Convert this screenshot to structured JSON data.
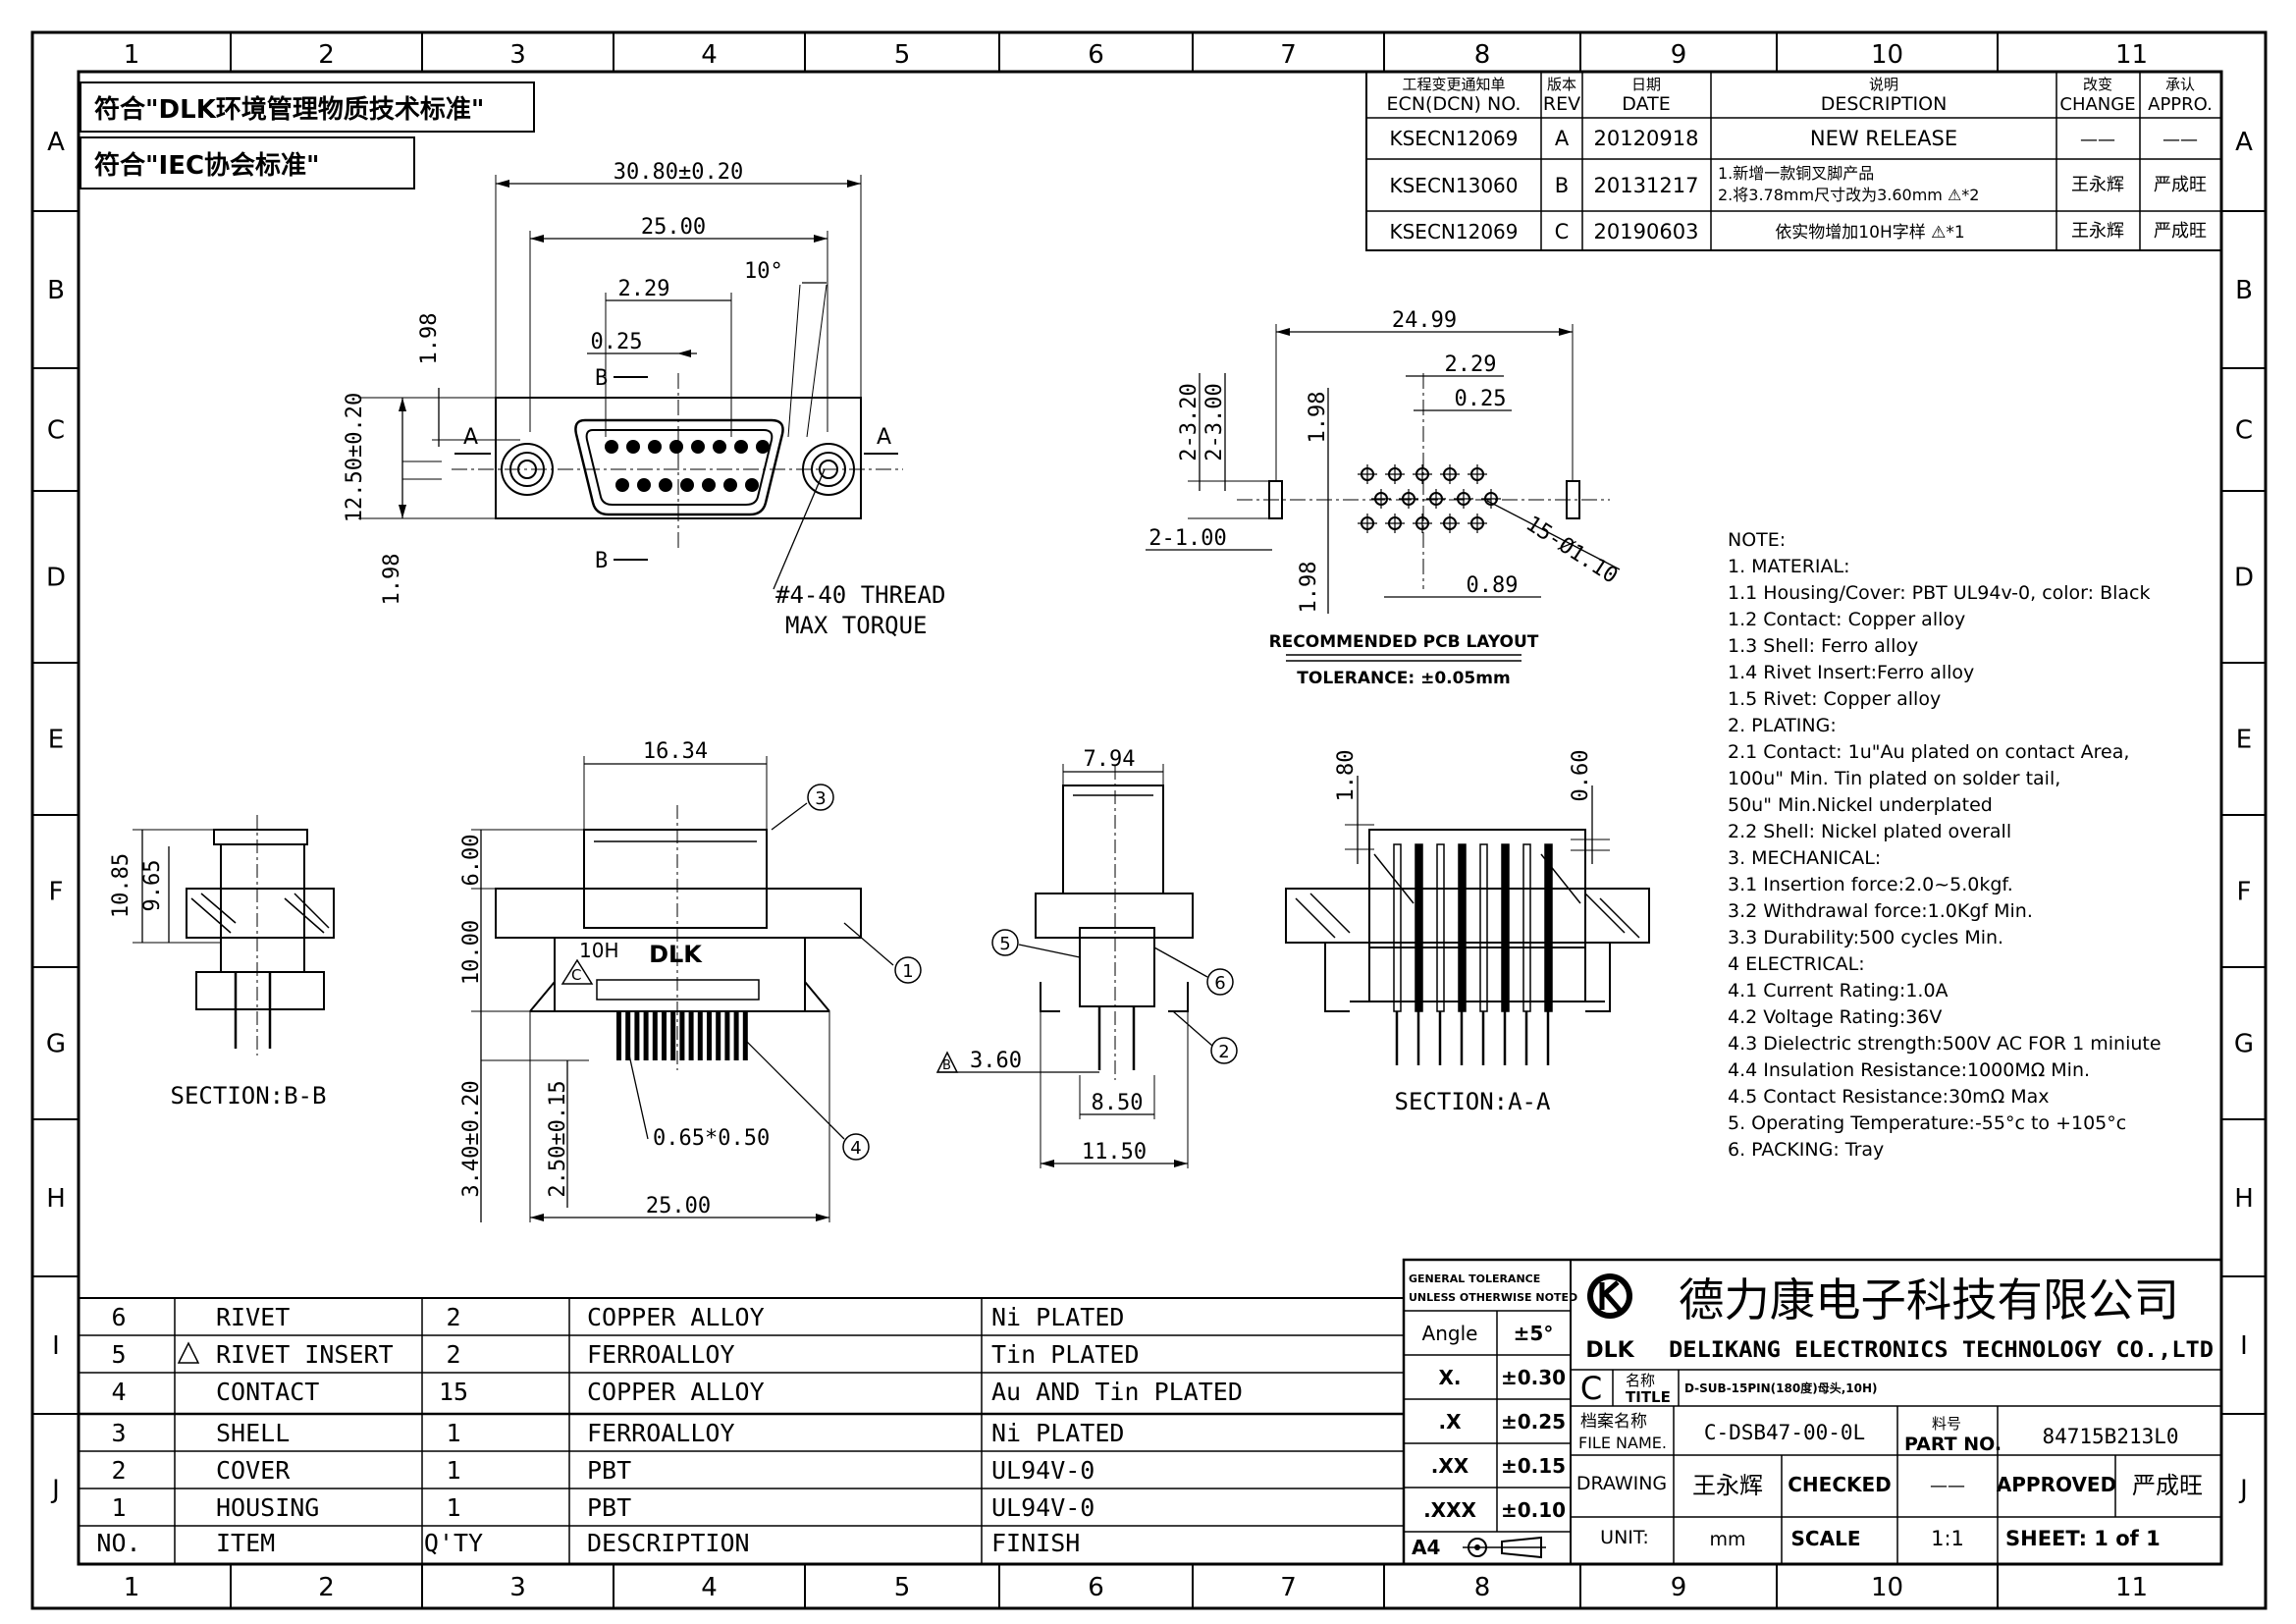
{
  "grid": {
    "columns": [
      "1",
      "2",
      "3",
      "4",
      "5",
      "6",
      "7",
      "8",
      "9",
      "10",
      "11"
    ],
    "rows": [
      "A",
      "B",
      "C",
      "D",
      "E",
      "F",
      "G",
      "H",
      "I",
      "J"
    ]
  },
  "standards": {
    "dlk": "符合\"DLK环境管理物质技术标准\"",
    "iec": "符合\"IEC协会标准\""
  },
  "revision_table": {
    "headers": {
      "ecn_cn": "工程变更通知单",
      "ecn": "ECN(DCN) NO.",
      "rev_cn": "版本",
      "rev": "REV",
      "date_cn": "日期",
      "date": "DATE",
      "desc_cn": "说明",
      "desc": "DESCRIPTION",
      "change_cn": "改变",
      "change": "CHANGE",
      "appro_cn": "承认",
      "appro": "APPRO."
    },
    "rows": [
      {
        "ecn": "KSECN12069",
        "rev": "A",
        "date": "20120918",
        "desc": "NEW RELEASE",
        "desc2": "",
        "change": "——",
        "appro": "——"
      },
      {
        "ecn": "KSECN13060",
        "rev": "B",
        "date": "20131217",
        "desc": "1.新增一款铜叉脚产品",
        "desc2": "2.将3.78mm尺寸改为3.60mm ⚠*2",
        "change": "王永辉",
        "appro": "严成旺"
      },
      {
        "ecn": "KSECN12069",
        "rev": "C",
        "date": "20190603",
        "desc": "依实物增加10H字样 ⚠*1",
        "desc2": "",
        "change": "王永辉",
        "appro": "严成旺"
      }
    ]
  },
  "front_view": {
    "dims": {
      "overall_width": "30.80±0.20",
      "shell_width": "25.00",
      "pitch": "2.29",
      "offset": "0.25",
      "angle": "10°",
      "height": "12.50±0.20",
      "top_offset": "1.98",
      "bottom_offset": "1.98"
    },
    "section_a": "A",
    "section_b": "B",
    "thread_note_1": "#4-40 THREAD",
    "thread_note_2": "MAX TORQUE"
  },
  "pcb_layout": {
    "dims": {
      "width": "24.99",
      "pitch": "2.29",
      "offset": "0.25",
      "d1": "2-3.20",
      "d2": "2-3.00",
      "slot": "2-1.00",
      "row_offset": "1.98",
      "row_gap": "0.89",
      "holes": "15-Ø1.10"
    },
    "title": "RECOMMENDED PCB LAYOUT",
    "tolerance": "TOLERANCE: ±0.05mm"
  },
  "notes": [
    "NOTE:",
    "1.  MATERIAL:",
    "1.1  Housing/Cover:  PBT  UL94v-0,  color:  Black",
    "1.2  Contact:  Copper  alloy",
    "1.3  Shell:  Ferro  alloy",
    "1.4  Rivet  Insert:Ferro  alloy",
    "1.5  Rivet:  Copper  alloy",
    "2.  PLATING:",
    "2.1  Contact:  1u\"Au  plated  on  contact  Area,",
    "       100u\"  Min.  Tin  plated  on  solder  tail,",
    "       50u\"  Min.Nickel  underplated",
    "2.2  Shell:  Nickel  plated  overall",
    "3.     MECHANICAL:",
    "3.1  Insertion  force:2.0~5.0kgf.",
    "3.2  Withdrawal  force:1.0Kgf  Min.",
    "3.3  Durability:500  cycles  Min.",
    "4     ELECTRICAL:",
    "4.1  Current  Rating:1.0A",
    "4.2  Voltage  Rating:36V",
    "4.3  Dielectric  strength:500V  AC  FOR  1  miniute",
    "4.4  Insulation  Resistance:1000MΩ  Min.",
    "4.5  Contact  Resistance:30mΩ Max",
    "5.  Operating  Temperature:-55°c  to  +105°c",
    "6.  PACKING:  Tray"
  ],
  "side_views": {
    "section_bb_label": "SECTION:B-B",
    "section_aa_label": "SECTION:A-A",
    "bb_h1": "10.85",
    "bb_h2": "9.65",
    "front": {
      "width_top": "16.34",
      "h_top": "6.00",
      "h_mid": "10.00",
      "h_tail": "3.40±0.20",
      "h_tail2": "2.50±0.15",
      "pin": "0.65*0.50",
      "width_bottom": "25.00",
      "brand": "DLK",
      "mark": "10H",
      "rev_mark": "C"
    },
    "side": {
      "width_top": "7.94",
      "dim_360": "3.60",
      "rev_mark": "B",
      "width_850": "8.50",
      "width_1150": "11.50"
    },
    "aa_h1": "1.80",
    "aa_h2": "0.60",
    "balloons": [
      "1",
      "2",
      "3",
      "4",
      "5",
      "6"
    ]
  },
  "bom": {
    "headers": {
      "no": "NO.",
      "item": "ITEM",
      "qty": "Q'TY",
      "desc": "DESCRIPTION",
      "finish": "FINISH"
    },
    "rows": [
      {
        "no": "6",
        "item": "RIVET",
        "qty": "2",
        "desc": "COPPER  ALLOY",
        "finish": "Ni  PLATED"
      },
      {
        "no": "5",
        "item": "RIVET  INSERT",
        "qty": "2",
        "desc": "FERROALLOY",
        "finish": "Tin  PLATED"
      },
      {
        "no": "4",
        "item": "CONTACT",
        "qty": "15",
        "desc": "COPPER  ALLOY",
        "finish": "Au  AND  Tin  PLATED"
      },
      {
        "no": "3",
        "item": "SHELL",
        "qty": "1",
        "desc": "FERROALLOY",
        "finish": "Ni  PLATED"
      },
      {
        "no": "2",
        "item": "COVER",
        "qty": "1",
        "desc": "PBT",
        "finish": "UL94V-0"
      },
      {
        "no": "1",
        "item": "HOUSING",
        "qty": "1",
        "desc": "PBT",
        "finish": "UL94V-0"
      }
    ]
  },
  "title_block": {
    "tol_header_1": "GENERAL  TOLERANCE",
    "tol_header_2": "UNLESS  OTHERWISE  NOTED",
    "tolerances": [
      {
        "label": "Angle",
        "value": "±5°"
      },
      {
        "label": "X.",
        "value": "±0.30"
      },
      {
        "label": ".X",
        "value": "±0.25"
      },
      {
        "label": ".XX",
        "value": "±0.15"
      },
      {
        "label": ".XXX",
        "value": "±0.10"
      }
    ],
    "paper": "A4",
    "company_cn": "德力康电子科技有限公司",
    "company_en": "DELIKANG  ELECTRONICS  TECHNOLOGY  CO.,LTD",
    "logo_text": "DLK",
    "rev": "C",
    "title_cn": "名称",
    "title_en": "TITLE",
    "title_value": "D-SUB-15PIN(180度)母头,10H)",
    "file_cn": "档案名称",
    "file_en": "FILE  NAME.",
    "file_value": "C-DSB47-00-0L",
    "part_cn": "料号",
    "part_en": "PART  NO.",
    "part_value": "84715B213L0",
    "drawing_label": "DRAWING",
    "drawing_value": "王永辉",
    "checked_label": "CHECKED",
    "checked_value": "——",
    "approved_label": "APPROVED",
    "approved_value": "严成旺",
    "unit_label": "UNIT:",
    "unit_value": "mm",
    "scale_label": "SCALE",
    "scale_value": "1:1",
    "sheet": "SHEET:  1  of  1"
  }
}
